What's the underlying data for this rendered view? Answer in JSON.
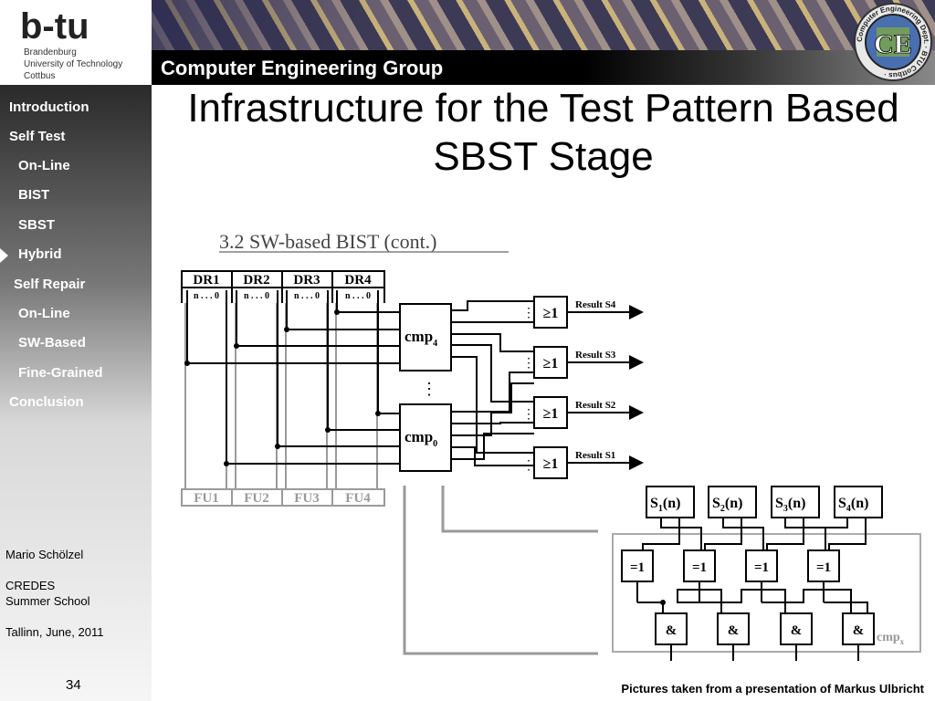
{
  "header": {
    "logo_mark": "b-tu",
    "university": [
      "Brandenburg",
      "University of Technology",
      "Cottbus"
    ],
    "group_title": "Computer Engineering Group",
    "badge_text": "CE",
    "badge_ring": "Computer Engineering Dept. · BTU Cottbus ·"
  },
  "sidebar": {
    "items": [
      {
        "label": "Introduction"
      },
      {
        "label": "Self Test"
      },
      {
        "label": "On-Line"
      },
      {
        "label": "BIST"
      },
      {
        "label": "SBST"
      },
      {
        "label": "Hybrid"
      },
      {
        "label": "Self Repair"
      },
      {
        "label": "On-Line"
      },
      {
        "label": "SW-Based"
      },
      {
        "label": "Fine-Grained"
      },
      {
        "label": "Conclusion"
      }
    ],
    "active_index": 5,
    "author": "Mario Schölzel",
    "event_line1": "CREDES",
    "event_line2": "Summer School",
    "location_date": "Tallinn, June, 2011",
    "page_number": "34"
  },
  "slide": {
    "title_line1": "Infrastructure for the Test Pattern Based",
    "title_line2": "SBST Stage",
    "caption": "Pictures taken from a presentation of Markus Ulbricht"
  },
  "figure": {
    "heading": "3.2 SW-based BIST (cont.)",
    "registers": [
      "DR1",
      "DR2",
      "DR3",
      "DR4"
    ],
    "register_sub": "n . . . 0",
    "units": [
      "FU1",
      "FU2",
      "FU3",
      "FU4"
    ],
    "comparator_top": "cmp",
    "comparator_top_sub": "4",
    "comparator_bottom": "cmp",
    "comparator_bottom_sub": "0",
    "or_gate": "≥1",
    "results": [
      "Result S4",
      "Result S3",
      "Result S2",
      "Result S1"
    ],
    "detail_inputs": [
      {
        "sym": "S",
        "sub": "1",
        "arg": "(n)"
      },
      {
        "sym": "S",
        "sub": "2",
        "arg": "(n)"
      },
      {
        "sym": "S",
        "sub": "3",
        "arg": "(n)"
      },
      {
        "sym": "S",
        "sub": "4",
        "arg": "(n)"
      }
    ],
    "xor_gate": "=1",
    "and_gate": "&",
    "detail_label": "cmp",
    "detail_label_sub": "x",
    "dots_h": "⋮",
    "dots_v": "⋮"
  },
  "colors": {
    "banner_bar": "#000000",
    "sidebar_top": "#2a2a2a",
    "sidebar_bottom": "#f6f6f6",
    "wire": "#000000",
    "grey_wire": "#9a9a9a"
  }
}
